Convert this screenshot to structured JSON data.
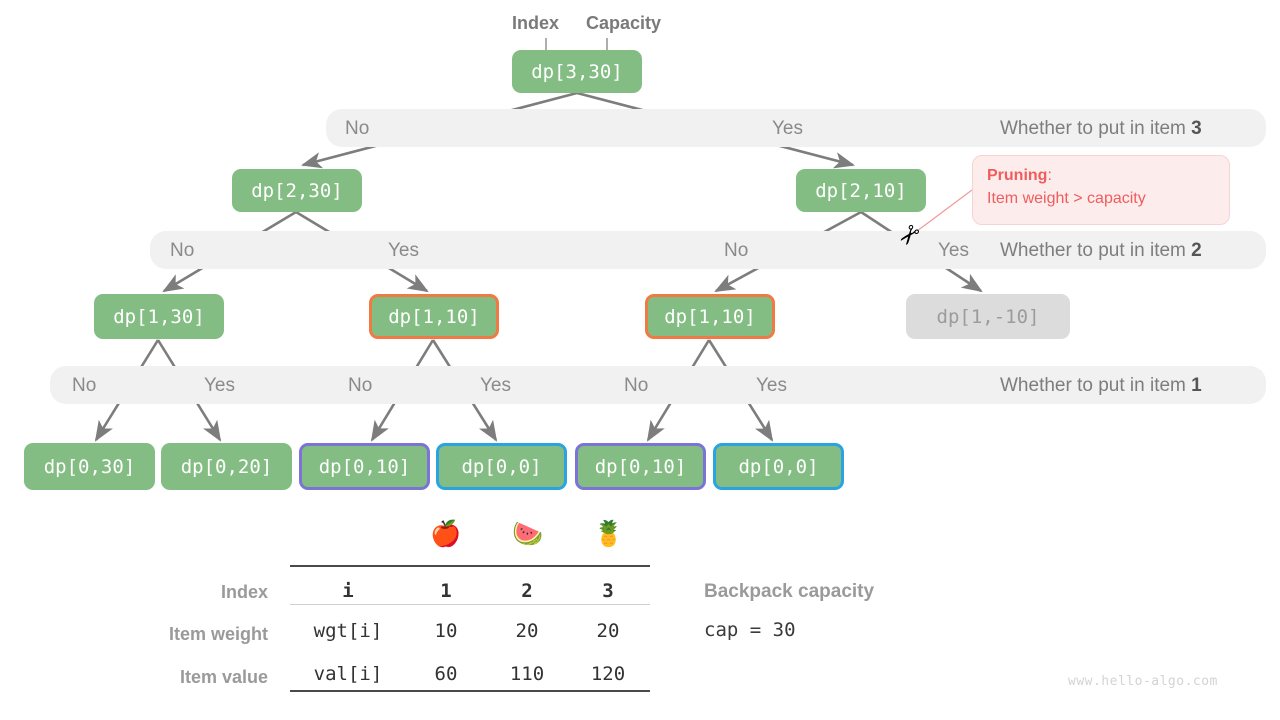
{
  "annotations": {
    "index_label": "Index",
    "capacity_label": "Capacity"
  },
  "tree": {
    "root": {
      "label": "dp[3,30]"
    },
    "level_bands": [
      {
        "question": "Whether to put in item ",
        "question_num": "3",
        "choices": [
          "No",
          "Yes"
        ]
      },
      {
        "question": "Whether to put in item ",
        "question_num": "2",
        "choices": [
          "No",
          "Yes",
          "No",
          "Yes"
        ]
      },
      {
        "question": "Whether to put in item ",
        "question_num": "1",
        "choices": [
          "No",
          "Yes",
          "No",
          "Yes",
          "No",
          "Yes"
        ]
      }
    ],
    "level2_nodes": [
      {
        "label": "dp[2,30]",
        "style": "plain"
      },
      {
        "label": "dp[2,10]",
        "style": "plain"
      }
    ],
    "level3_nodes": [
      {
        "label": "dp[1,30]",
        "style": "plain"
      },
      {
        "label": "dp[1,10]",
        "style": "orange"
      },
      {
        "label": "dp[1,10]",
        "style": "orange"
      },
      {
        "label": "dp[1,-10]",
        "style": "gray"
      }
    ],
    "level4_nodes": [
      {
        "label": "dp[0,30]",
        "style": "plain"
      },
      {
        "label": "dp[0,20]",
        "style": "plain"
      },
      {
        "label": "dp[0,10]",
        "style": "purple"
      },
      {
        "label": "dp[0,0]",
        "style": "blue"
      },
      {
        "label": "dp[0,10]",
        "style": "purple"
      },
      {
        "label": "dp[0,0]",
        "style": "blue"
      }
    ]
  },
  "pruning": {
    "title": "Pruning",
    "colon": ":",
    "detail": "Item weight > capacity",
    "scissors_icon": "✂"
  },
  "table": {
    "emojis": [
      "🍎",
      "🍉",
      "🍍"
    ],
    "rows": [
      {
        "label": "Index",
        "key": "i",
        "values": [
          "1",
          "2",
          "3"
        ],
        "bold": true
      },
      {
        "label": "Item weight",
        "key": "wgt[i]",
        "values": [
          "10",
          "20",
          "20"
        ],
        "bold": false
      },
      {
        "label": "Item value",
        "key": "val[i]",
        "values": [
          "60",
          "110",
          "120"
        ],
        "bold": false
      }
    ]
  },
  "capacity": {
    "title": "Backpack capacity",
    "value": "cap = 30"
  },
  "watermark": "www.hello-algo.com",
  "colors": {
    "node_green": "#84bd83",
    "node_gray": "#dcdcdc",
    "border_orange": "#f07a43",
    "border_purple": "#7b74d4",
    "border_blue": "#2ba3e3",
    "band_bg": "#f1f1f1",
    "edge_gray": "#7d7d7d",
    "prune_red": "#f15c5c",
    "prune_bg": "#fdecec"
  }
}
